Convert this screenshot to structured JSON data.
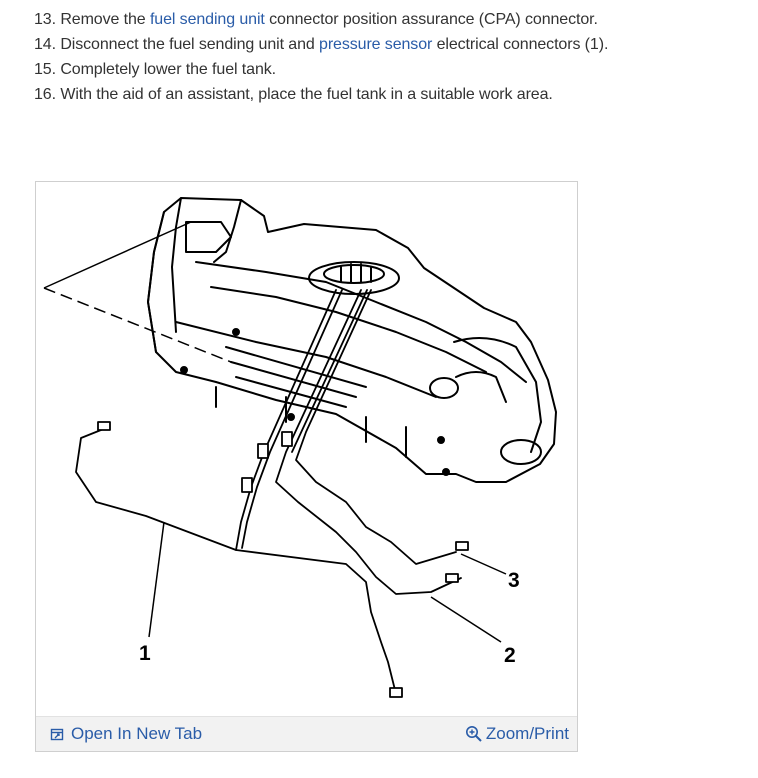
{
  "steps": [
    {
      "number": "13.",
      "before": "Remove the ",
      "link": "fuel sending unit",
      "after": " connector position assurance (CPA) connector."
    },
    {
      "number": "14.",
      "before": "Disconnect the fuel sending unit and ",
      "link": "pressure sensor",
      "after": " electrical connectors (1)."
    },
    {
      "number": "15.",
      "before": "Completely lower the fuel tank.",
      "link": "",
      "after": ""
    },
    {
      "number": "16.",
      "before": "With the aid of an assistant, place the fuel tank in a suitable work area.",
      "link": "",
      "after": ""
    }
  ],
  "figure": {
    "callouts": {
      "one": "1",
      "two": "2",
      "three": "3"
    },
    "open_tab_label": "Open In New Tab",
    "zoom_label": "Zoom/Print",
    "open_tab_icon": "open-in-new-tab-icon",
    "zoom_icon": "magnifier-plus-icon"
  },
  "colors": {
    "link": "#2a5ca8",
    "text": "#333333",
    "bar": "#f2f2f2"
  }
}
